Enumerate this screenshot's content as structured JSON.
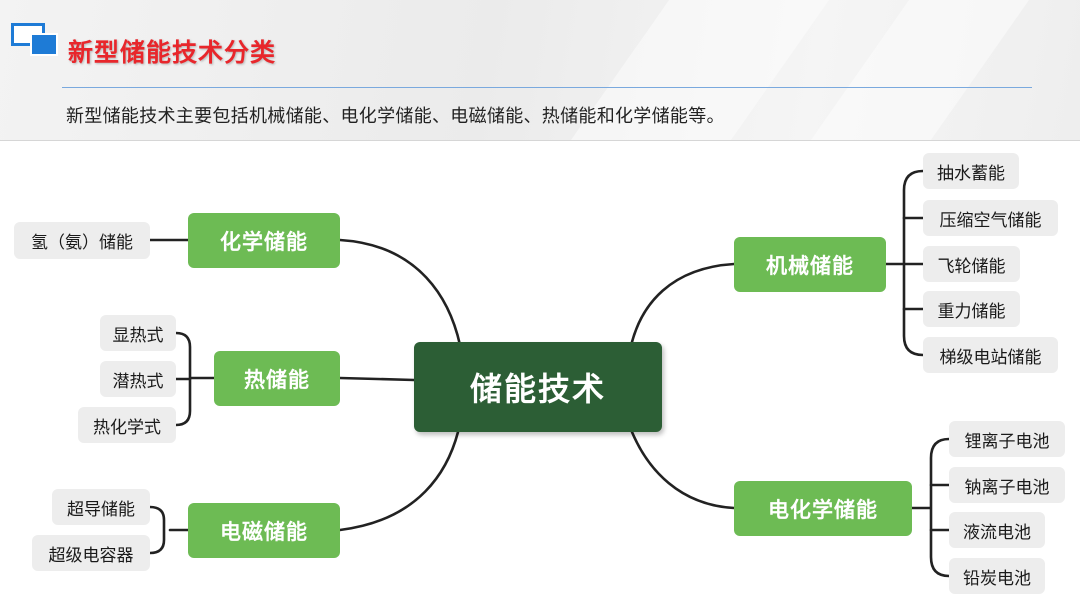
{
  "header": {
    "title": "新型储能技术分类",
    "intro": "新型储能技术主要包括机械储能、电化学储能、电磁储能、热储能和化学储能等。"
  },
  "mindmap": {
    "center": "储能技术",
    "branches": {
      "chemical": {
        "label": "化学储能",
        "items": [
          "氢（氨）储能"
        ]
      },
      "thermal": {
        "label": "热储能",
        "items": [
          "显热式",
          "潜热式",
          "热化学式"
        ]
      },
      "electromagnetic": {
        "label": "电磁储能",
        "items": [
          "超导储能",
          "超级电容器"
        ]
      },
      "mechanical": {
        "label": "机械储能",
        "items": [
          "抽水蓄能",
          "压缩空气储能",
          "飞轮储能",
          "重力储能",
          "梯级电站储能"
        ]
      },
      "electrochemical": {
        "label": "电化学储能",
        "items": [
          "锂离子电池",
          "钠离子电池",
          "液流电池",
          "铅炭电池"
        ]
      }
    }
  },
  "colors": {
    "center": "#2c5e35",
    "branch": "#6dbb54",
    "leaf": "#ededed",
    "title": "#e8262b",
    "accent": "#1e7bd6",
    "connector": "#222222"
  }
}
